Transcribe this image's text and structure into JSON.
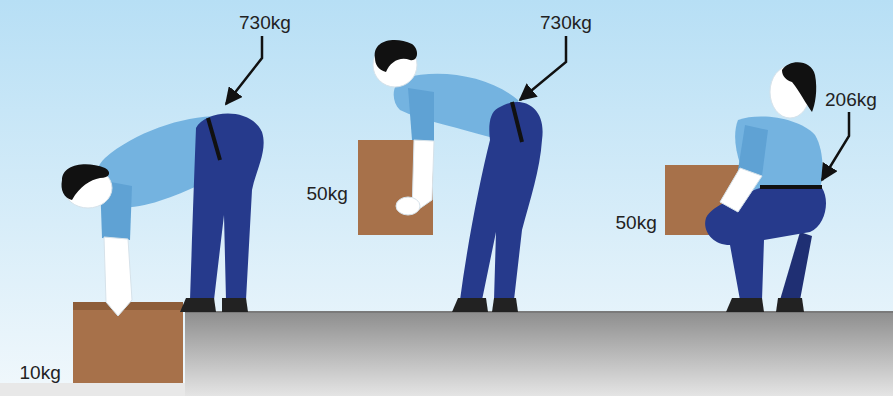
{
  "diagram": {
    "labels": [
      "730kg",
      "730kg",
      "206kg",
      "50kg",
      "50kg",
      "10kg"
    ]
  }
}
